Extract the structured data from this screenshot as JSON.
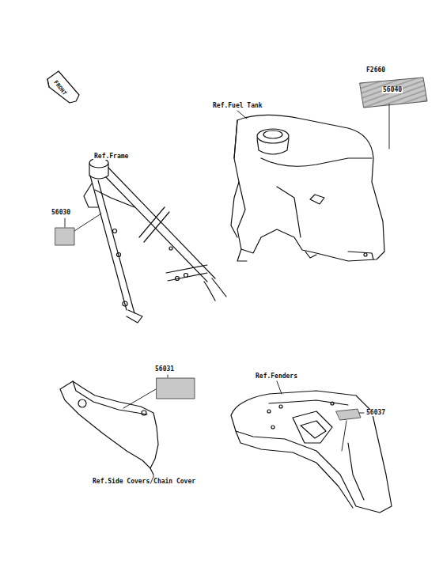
{
  "diagram": {
    "labels": [
      "F2660",
      "FRONT",
      "Ref.Frame",
      "56030",
      "Ref.Fuel Tank",
      "56040",
      "56031",
      "Ref.Fenders",
      "56037",
      "Ref.Side Covers/Chain Cover"
    ]
  }
}
